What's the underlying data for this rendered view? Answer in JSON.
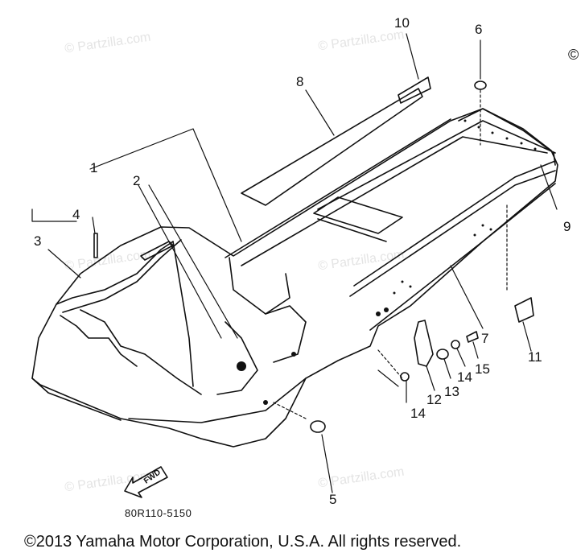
{
  "watermark": "© Partzilla.com",
  "callouts": [
    "1",
    "2",
    "3",
    "4",
    "5",
    "6",
    "7",
    "8",
    "9",
    "10",
    "11",
    "12",
    "13",
    "14",
    "14",
    "15"
  ],
  "part_code": "80R110-5150",
  "copyright": "©2013  Yamaha Motor Corporation, U.S.A. All rights reserved.",
  "corner_mark": "©",
  "fwd_label": "FWD",
  "colors": {
    "ink": "#111111",
    "watermark": "#e4e4e4"
  }
}
